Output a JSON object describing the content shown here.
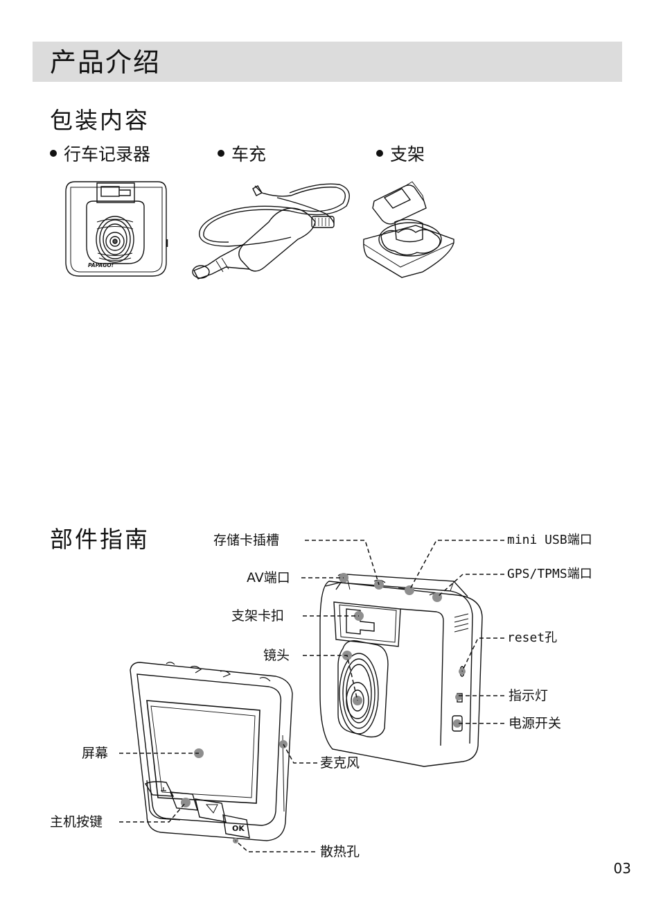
{
  "header": {
    "title": "产品介绍"
  },
  "package": {
    "title": "包装内容",
    "items": [
      {
        "label": "行车记录器"
      },
      {
        "label": "车充"
      },
      {
        "label": "支架"
      }
    ],
    "brand": "PAPAGO!"
  },
  "parts": {
    "title": "部件指南",
    "labels": {
      "sd_slot": "存储卡插槽",
      "av_port": "AV端口",
      "bracket_clip": "支架卡扣",
      "lens": "镜头",
      "screen": "屏幕",
      "buttons": "主机按键",
      "mini_usb": "mini USB端口",
      "gps_tpms": "GPS/TPMS端口",
      "reset": "reset孔",
      "indicator": "指示灯",
      "power": "电源开关",
      "mic": "麦克风",
      "vent": "散热孔"
    },
    "button_ok": "OK"
  },
  "page_number": "03"
}
